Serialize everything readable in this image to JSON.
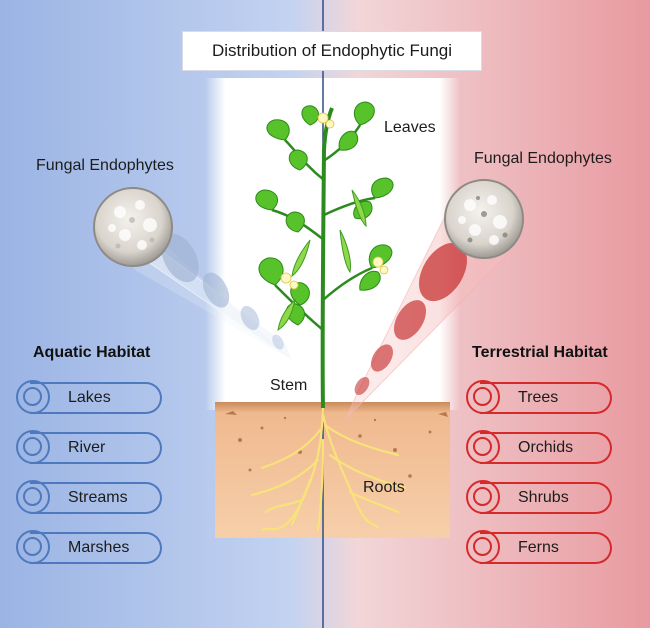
{
  "title": "Distribution of Endophytic Fungi",
  "labels": {
    "fungal_left": "Fungal Endophytes",
    "fungal_right": "Fungal Endophytes",
    "leaves": "Leaves",
    "stem": "Stem",
    "roots": "Roots"
  },
  "aquatic": {
    "title": "Aquatic Habitat",
    "items": [
      "Lakes",
      "River",
      "Streams",
      "Marshes"
    ]
  },
  "terrestrial": {
    "title": "Terrestrial Habitat",
    "items": [
      "Trees",
      "Orchids",
      "Shrubs",
      "Ferns"
    ]
  },
  "colors": {
    "aquatic_accent": "#4f79be",
    "terrestrial_accent": "#d62a2a",
    "left_background": "#9bb4e4",
    "right_background": "#e89aa0",
    "soil": "#f2c19b",
    "leaf": "#58c22a"
  }
}
